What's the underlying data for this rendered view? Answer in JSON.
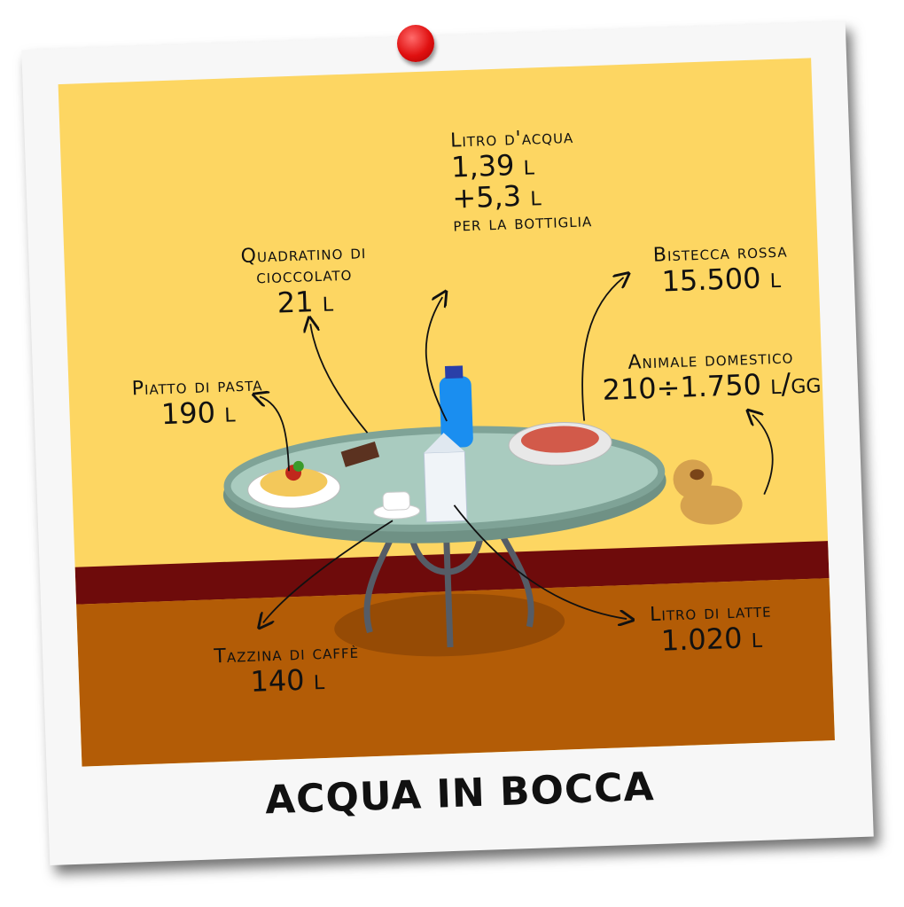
{
  "title": "ACQUA IN BOCCA",
  "items": [
    {
      "name": "Litro d'acqua",
      "value": "1,39 l",
      "extra": "+5,3 l",
      "note": "per la bottiglia"
    },
    {
      "name": "Quadratino di cioccolato",
      "value": "21 l"
    },
    {
      "name": "Piatto di pasta",
      "value": "190 l"
    },
    {
      "name": "Bistecca rossa",
      "value": "15.500 l"
    },
    {
      "name": "Animale domestico",
      "value": "210÷1.750 l/gg"
    },
    {
      "name": "Tazzina di caffè",
      "value": "140 l"
    },
    {
      "name": "Litro di latte",
      "value": "1.020 l"
    }
  ],
  "colors": {
    "wall": "#fdd662",
    "band": "#6e0b0b",
    "floor": "#b35c06",
    "pin": "#e01010"
  }
}
